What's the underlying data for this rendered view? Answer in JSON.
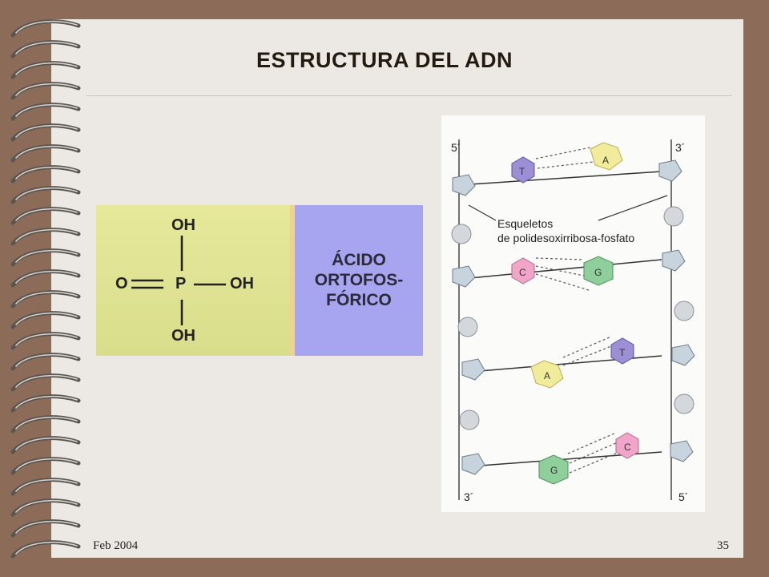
{
  "slide": {
    "title": "ESTRUCTURA DEL ADN",
    "footer_date": "Feb 2004",
    "page_number": "35"
  },
  "acid_figure": {
    "oh_top": "OH",
    "o_left": "O",
    "p_center": "P",
    "oh_right": "OH",
    "oh_bottom": "OH",
    "name_line1": "ÁCIDO",
    "name_line2": "ORTOFOS-",
    "name_line3": "FÓRICO"
  },
  "dna_figure": {
    "end_top_left": "5´",
    "end_top_right": "3´",
    "end_bottom_left": "3´",
    "end_bottom_right": "5´",
    "label_line1": "Esqueletos",
    "label_line2": "de polidesoxirribosa-fosfato",
    "bases": {
      "row1_left": "T",
      "row1_right": "A",
      "row2_left": "C",
      "row2_right": "G",
      "row3_left": "A",
      "row3_right": "T",
      "row4_left": "G",
      "row4_right": "C"
    },
    "colors": {
      "T": "#9c8fd6",
      "A": "#f1ec9c",
      "C": "#f1a5c8",
      "G": "#8fcf9c",
      "sugar": "#c7d3dd",
      "phosphate": "#d4d8dc"
    }
  }
}
